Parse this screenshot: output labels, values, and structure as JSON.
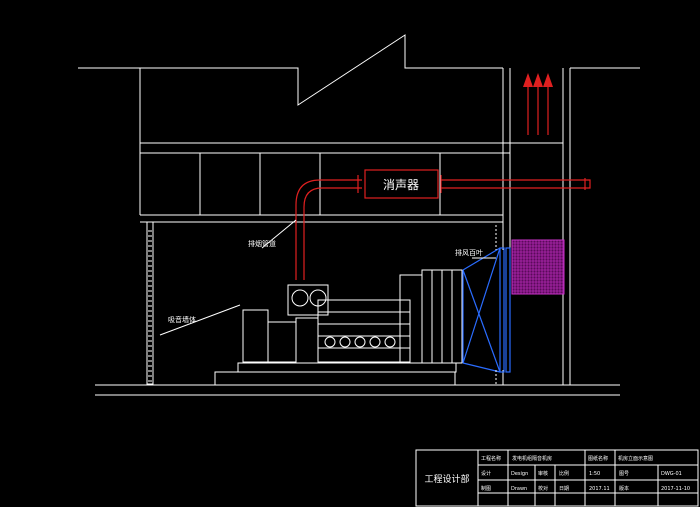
{
  "muffler": {
    "label": "消声器"
  },
  "callouts": {
    "exhaust_pipe": "排烟管道",
    "soundproof_wall": "吸音墙体",
    "exhaust_louver": "排风百叶"
  },
  "title_block": {
    "company": "工程设计部",
    "r1c1": "工程名称",
    "r1c2": "发电机组隔音机房",
    "r1c3": "图纸名称",
    "r1c4": "机房立面示意图",
    "r2c1": "设计",
    "r2c2": "Design",
    "r2c3": "审核",
    "r2c4": "比例",
    "r2c5": "1:50",
    "r2c6": "图号",
    "r2c7": "DWG-01",
    "r3c1": "制图",
    "r3c2": "Drawn",
    "r3c3": "校对",
    "r3c4": "日期",
    "r3c5": "2017.11",
    "r3c6": "版本",
    "r3c7": "2017-11-10"
  },
  "colors": {
    "line": "#ffffff",
    "pipe": "#e02020",
    "louver": "#2a6cff",
    "vent_grid": "#cc33cc",
    "arrow": "#e02020"
  }
}
